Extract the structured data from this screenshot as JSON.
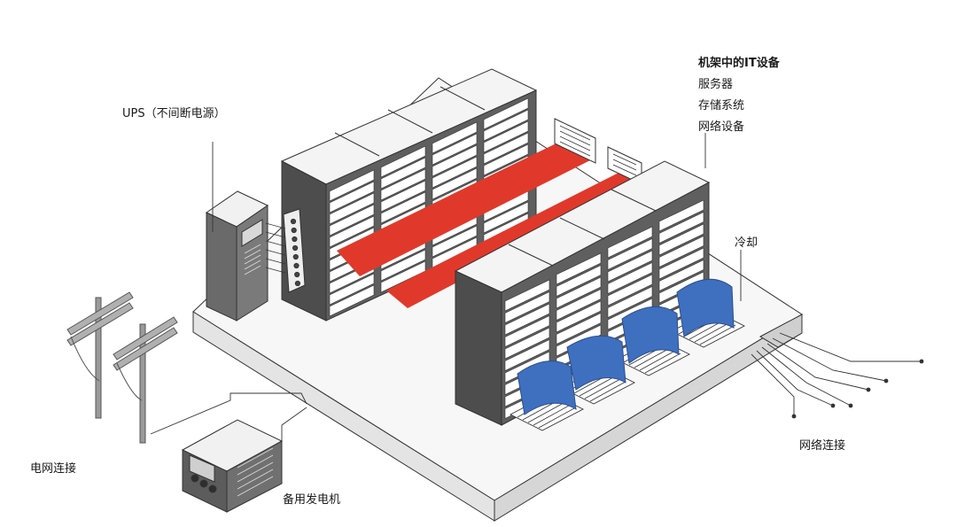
{
  "labels": {
    "ups": "UPS（不间断电源）",
    "it_title": "机架中的IT设备",
    "it_items": [
      "服务器",
      "存储系统",
      "网络设备"
    ],
    "cooling": "冷却",
    "grid": "电网连接",
    "generator": "备用发电机",
    "network": "网络连接"
  },
  "colors": {
    "outline": "#333333",
    "rack_body": "#5f5f5f",
    "rack_top": "#f4f4f4",
    "floor": "#ececec",
    "hot_aisle": "#e0392b",
    "cooling_duct": "#3f6fbf",
    "server_face": "#ffffff"
  }
}
